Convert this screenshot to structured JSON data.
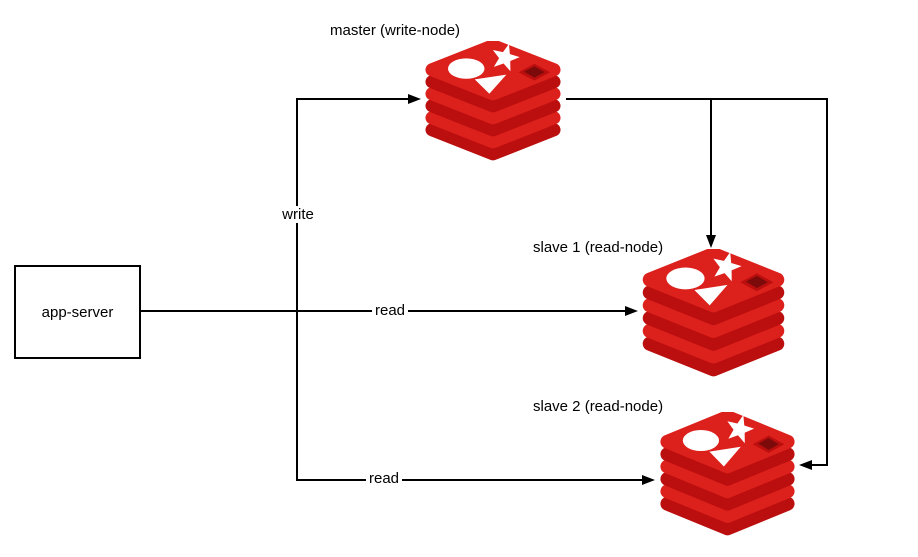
{
  "diagram": {
    "background": "#ffffff",
    "nodes": [
      {
        "id": "app-server",
        "label": "app-server",
        "shape": "rectangle"
      },
      {
        "id": "master",
        "label": "master (write-node)",
        "shape": "redis-database-icon"
      },
      {
        "id": "slave1",
        "label": "slave 1 (read-node)",
        "shape": "redis-database-icon"
      },
      {
        "id": "slave2",
        "label": "slave 2 (read-node)",
        "shape": "redis-database-icon"
      }
    ],
    "edges": [
      {
        "from": "app-server",
        "to": "master",
        "label": "write",
        "arrow": "right"
      },
      {
        "from": "app-server",
        "to": "slave1",
        "label": "read",
        "arrow": "right"
      },
      {
        "from": "app-server",
        "to": "slave2",
        "label": "read",
        "arrow": "right"
      },
      {
        "from": "master",
        "to": "slave1",
        "label": "",
        "arrow": "down"
      },
      {
        "from": "master",
        "to": "slave2",
        "label": "",
        "arrow": "left"
      }
    ],
    "colors": {
      "line": "#000000",
      "text": "#000000",
      "redis_bright": "#dc201c",
      "redis_dark": "#bb0e0e",
      "redis_hole": "#7d0a0a",
      "shape_white": "#ffffff"
    }
  }
}
